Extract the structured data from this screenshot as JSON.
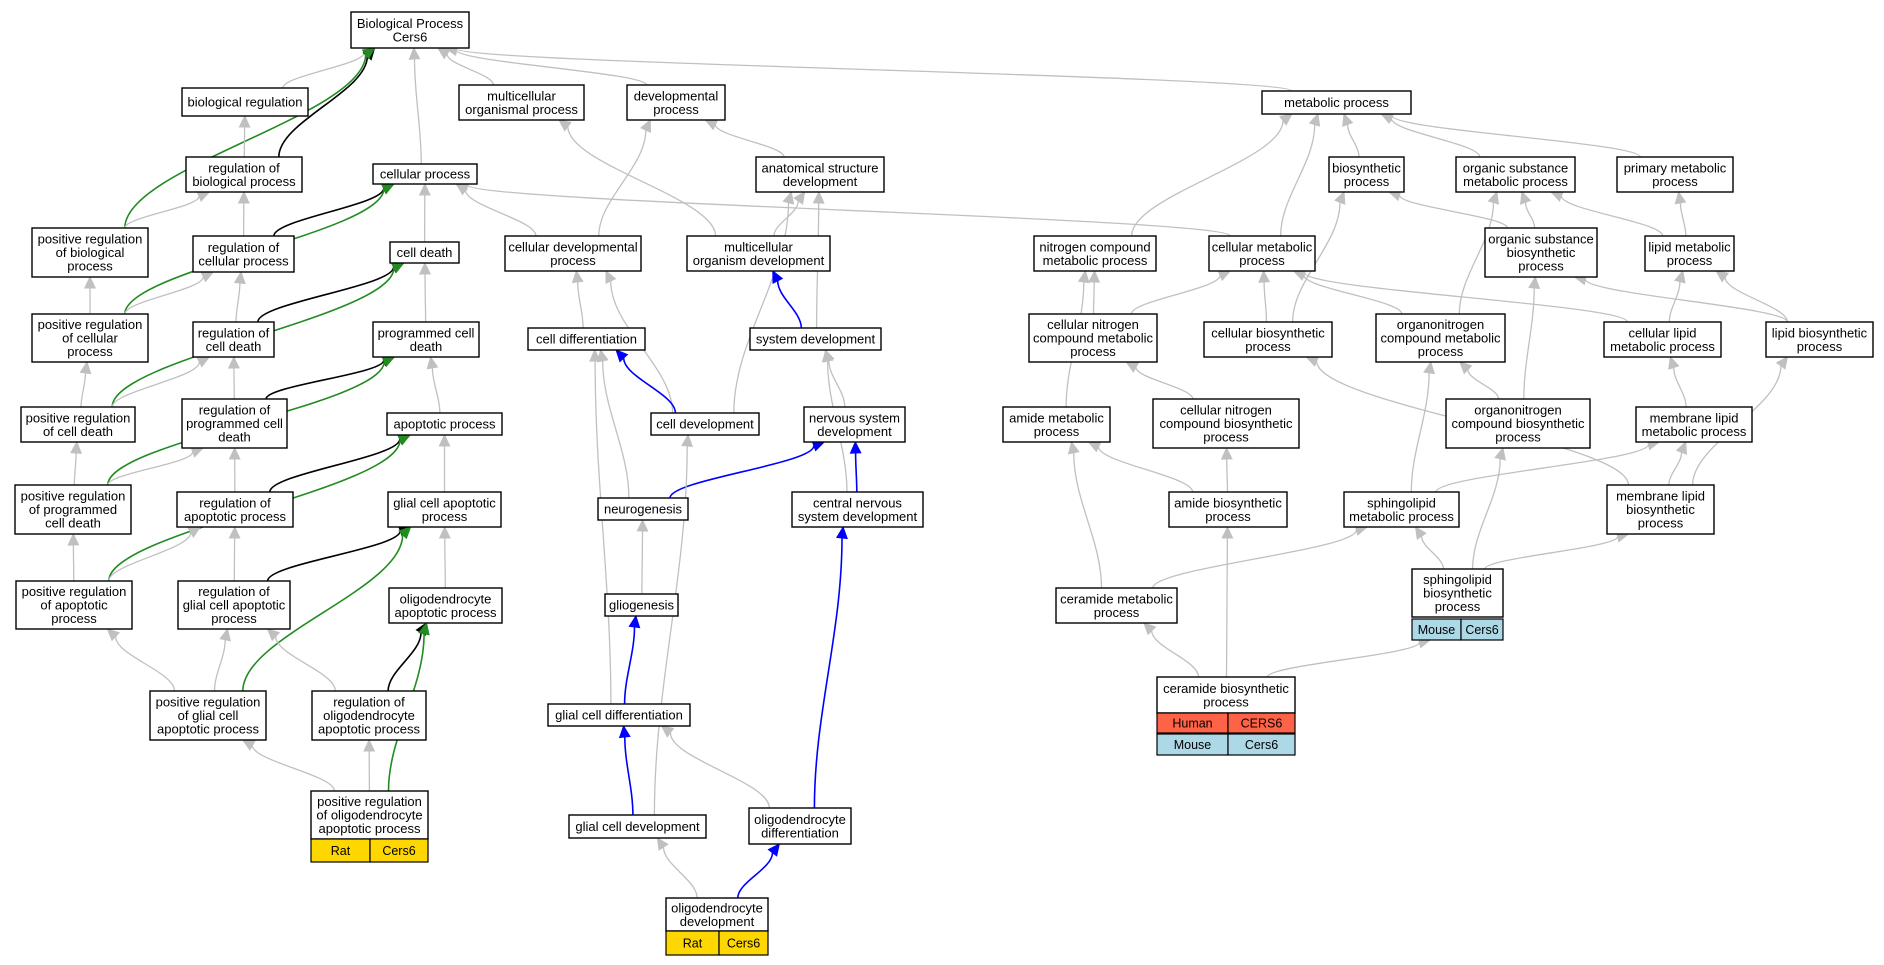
{
  "title": "Biological Process Cers6",
  "colors": {
    "gray_edge": "#c0c0c0",
    "black_edge": "#000000",
    "green_edge": "#228b22",
    "blue_edge": "#0000ff",
    "rat": "#ffd700",
    "mouse": "#add8e6",
    "human": "#ff6347"
  },
  "nodes": [
    {
      "id": "bp",
      "lines": [
        "Biological Process",
        "Cers6"
      ]
    },
    {
      "id": "bioreg",
      "lines": [
        "biological regulation"
      ]
    },
    {
      "id": "multorg",
      "lines": [
        "multicellular",
        "organismal process"
      ]
    },
    {
      "id": "devproc",
      "lines": [
        "developmental",
        "process"
      ]
    },
    {
      "id": "metab",
      "lines": [
        "metabolic process"
      ]
    },
    {
      "id": "regbio",
      "lines": [
        "regulation of",
        "biological process"
      ]
    },
    {
      "id": "cellproc",
      "lines": [
        "cellular process"
      ]
    },
    {
      "id": "anat",
      "lines": [
        "anatomical structure",
        "development"
      ]
    },
    {
      "id": "biosyn",
      "lines": [
        "biosynthetic",
        "process"
      ]
    },
    {
      "id": "orgsub",
      "lines": [
        "organic substance",
        "metabolic process"
      ]
    },
    {
      "id": "primmet",
      "lines": [
        "primary metabolic",
        "process"
      ]
    },
    {
      "id": "posregbio",
      "lines": [
        "positive regulation",
        "of biological",
        "process"
      ]
    },
    {
      "id": "regcell",
      "lines": [
        "regulation of",
        "cellular process"
      ]
    },
    {
      "id": "celldeath",
      "lines": [
        "cell death"
      ]
    },
    {
      "id": "celldevproc",
      "lines": [
        "cellular developmental",
        "process"
      ]
    },
    {
      "id": "multorgdev",
      "lines": [
        "multicellular",
        "organism development"
      ]
    },
    {
      "id": "nitmet",
      "lines": [
        "nitrogen compound",
        "metabolic process"
      ]
    },
    {
      "id": "cellmet",
      "lines": [
        "cellular metabolic",
        "process"
      ]
    },
    {
      "id": "orgsubbio",
      "lines": [
        "organic substance",
        "biosynthetic",
        "process"
      ]
    },
    {
      "id": "lipmet",
      "lines": [
        "lipid metabolic",
        "process"
      ]
    },
    {
      "id": "posregcell",
      "lines": [
        "positive regulation",
        "of cellular",
        "process"
      ]
    },
    {
      "id": "regcd",
      "lines": [
        "regulation of",
        "cell death"
      ]
    },
    {
      "id": "pcd",
      "lines": [
        "programmed cell",
        "death"
      ]
    },
    {
      "id": "celldiff",
      "lines": [
        "cell differentiation"
      ]
    },
    {
      "id": "sysdev",
      "lines": [
        "system development"
      ]
    },
    {
      "id": "cellnitmet",
      "lines": [
        "cellular nitrogen",
        "compound metabolic",
        "process"
      ]
    },
    {
      "id": "cellbiosyn",
      "lines": [
        "cellular biosynthetic",
        "process"
      ]
    },
    {
      "id": "orgnitmet",
      "lines": [
        "organonitrogen",
        "compound metabolic",
        "process"
      ]
    },
    {
      "id": "celllipmet",
      "lines": [
        "cellular lipid",
        "metabolic process"
      ]
    },
    {
      "id": "lipbiosyn",
      "lines": [
        "lipid biosynthetic",
        "process"
      ]
    },
    {
      "id": "posregcd",
      "lines": [
        "positive regulation",
        "of cell death"
      ]
    },
    {
      "id": "regpcd",
      "lines": [
        "regulation of",
        "programmed cell",
        "death"
      ]
    },
    {
      "id": "apop",
      "lines": [
        "apoptotic process"
      ]
    },
    {
      "id": "celldev",
      "lines": [
        "cell development"
      ]
    },
    {
      "id": "nsdev",
      "lines": [
        "nervous system",
        "development"
      ]
    },
    {
      "id": "amidemet",
      "lines": [
        "amide metabolic",
        "process"
      ]
    },
    {
      "id": "cellnitbio",
      "lines": [
        "cellular nitrogen",
        "compound biosynthetic",
        "process"
      ]
    },
    {
      "id": "orgnitbio",
      "lines": [
        "organonitrogen",
        "compound biosynthetic",
        "process"
      ]
    },
    {
      "id": "memlipmet",
      "lines": [
        "membrane lipid",
        "metabolic process"
      ]
    },
    {
      "id": "posregpcd",
      "lines": [
        "positive regulation",
        "of programmed",
        "cell death"
      ]
    },
    {
      "id": "regapop",
      "lines": [
        "regulation of",
        "apoptotic process"
      ]
    },
    {
      "id": "glialapop",
      "lines": [
        "glial cell apoptotic",
        "process"
      ]
    },
    {
      "id": "neurogen",
      "lines": [
        "neurogenesis"
      ]
    },
    {
      "id": "cnsdev",
      "lines": [
        "central nervous",
        "system development"
      ]
    },
    {
      "id": "amidebio",
      "lines": [
        "amide biosynthetic",
        "process"
      ]
    },
    {
      "id": "sphmet",
      "lines": [
        "sphingolipid",
        "metabolic process"
      ]
    },
    {
      "id": "memlipbio",
      "lines": [
        "membrane lipid",
        "biosynthetic",
        "process"
      ]
    },
    {
      "id": "posregapop",
      "lines": [
        "positive regulation",
        "of apoptotic",
        "process"
      ]
    },
    {
      "id": "regglialapop",
      "lines": [
        "regulation of",
        "glial cell apoptotic",
        "process"
      ]
    },
    {
      "id": "oligoapop",
      "lines": [
        "oligodendrocyte",
        "apoptotic process"
      ]
    },
    {
      "id": "gliogen",
      "lines": [
        "gliogenesis"
      ]
    },
    {
      "id": "ceramet",
      "lines": [
        "ceramide metabolic",
        "process"
      ]
    },
    {
      "id": "sphbio",
      "lines": [
        "sphingolipid",
        "biosynthetic",
        "process"
      ]
    },
    {
      "id": "posregglial",
      "lines": [
        "positive regulation",
        "of glial cell",
        "apoptotic process"
      ]
    },
    {
      "id": "regoligoapop",
      "lines": [
        "regulation of",
        "oligodendrocyte",
        "apoptotic process"
      ]
    },
    {
      "id": "glialdiff",
      "lines": [
        "glial cell differentiation"
      ]
    },
    {
      "id": "cerabio",
      "lines": [
        "ceramide biosynthetic",
        "process"
      ]
    },
    {
      "id": "posregoligo",
      "lines": [
        "positive regulation",
        "of oligodendrocyte",
        "apoptotic process"
      ]
    },
    {
      "id": "glialdev",
      "lines": [
        "glial cell development"
      ]
    },
    {
      "id": "oligodiff",
      "lines": [
        "oligodendrocyte",
        "differentiation"
      ]
    },
    {
      "id": "oligodev",
      "lines": [
        "oligodendrocyte",
        "development"
      ]
    }
  ],
  "annotations": [
    {
      "node": "posregoligo",
      "rows": [
        [
          {
            "text": "Rat",
            "color": "rat"
          },
          {
            "text": "Cers6",
            "color": "rat"
          }
        ]
      ]
    },
    {
      "node": "oligodev",
      "rows": [
        [
          {
            "text": "Rat",
            "color": "rat"
          },
          {
            "text": "Cers6",
            "color": "rat"
          }
        ]
      ]
    },
    {
      "node": "sphbio",
      "rows": [
        [
          {
            "text": "Mouse",
            "color": "mouse"
          },
          {
            "text": "Cers6",
            "color": "mouse"
          }
        ]
      ]
    },
    {
      "node": "cerabio",
      "rows": [
        [
          {
            "text": "Human",
            "color": "human"
          },
          {
            "text": "CERS6",
            "color": "human"
          }
        ],
        [
          {
            "text": "Mouse",
            "color": "mouse"
          },
          {
            "text": "Cers6",
            "color": "mouse"
          }
        ]
      ]
    }
  ],
  "edges": [
    {
      "from": "bioreg",
      "to": "bp",
      "type": "gray"
    },
    {
      "from": "multorg",
      "to": "bp",
      "type": "gray"
    },
    {
      "from": "devproc",
      "to": "bp",
      "type": "gray"
    },
    {
      "from": "metab",
      "to": "bp",
      "type": "gray"
    },
    {
      "from": "cellproc",
      "to": "bp",
      "type": "gray"
    },
    {
      "from": "regbio",
      "to": "bp",
      "type": "black"
    },
    {
      "from": "posregbio",
      "to": "bp",
      "type": "green"
    },
    {
      "from": "regbio",
      "to": "bioreg",
      "type": "gray"
    },
    {
      "from": "posregbio",
      "to": "regbio",
      "type": "gray"
    },
    {
      "from": "regcell",
      "to": "regbio",
      "type": "gray"
    },
    {
      "from": "regcell",
      "to": "cellproc",
      "type": "black"
    },
    {
      "from": "posregcell",
      "to": "cellproc",
      "type": "green"
    },
    {
      "from": "celldevproc",
      "to": "cellproc",
      "type": "gray"
    },
    {
      "from": "cellmet",
      "to": "cellproc",
      "type": "gray"
    },
    {
      "from": "celldeath",
      "to": "cellproc",
      "type": "gray"
    },
    {
      "from": "posregcell",
      "to": "posregbio",
      "type": "gray"
    },
    {
      "from": "posregcell",
      "to": "regcell",
      "type": "gray"
    },
    {
      "from": "regcd",
      "to": "regcell",
      "type": "gray"
    },
    {
      "from": "regcd",
      "to": "celldeath",
      "type": "black"
    },
    {
      "from": "posregcd",
      "to": "celldeath",
      "type": "green"
    },
    {
      "from": "pcd",
      "to": "celldeath",
      "type": "gray"
    },
    {
      "from": "posregcd",
      "to": "posregcell",
      "type": "gray"
    },
    {
      "from": "posregcd",
      "to": "regcd",
      "type": "gray"
    },
    {
      "from": "regpcd",
      "to": "regcd",
      "type": "gray"
    },
    {
      "from": "regpcd",
      "to": "pcd",
      "type": "black"
    },
    {
      "from": "posregpcd",
      "to": "pcd",
      "type": "green"
    },
    {
      "from": "apop",
      "to": "pcd",
      "type": "gray"
    },
    {
      "from": "posregpcd",
      "to": "posregcd",
      "type": "gray"
    },
    {
      "from": "posregpcd",
      "to": "regpcd",
      "type": "gray"
    },
    {
      "from": "regapop",
      "to": "regpcd",
      "type": "gray"
    },
    {
      "from": "regapop",
      "to": "apop",
      "type": "black"
    },
    {
      "from": "posregapop",
      "to": "apop",
      "type": "green"
    },
    {
      "from": "glialapop",
      "to": "apop",
      "type": "gray"
    },
    {
      "from": "posregapop",
      "to": "posregpcd",
      "type": "gray"
    },
    {
      "from": "posregapop",
      "to": "regapop",
      "type": "gray"
    },
    {
      "from": "regglialapop",
      "to": "regapop",
      "type": "gray"
    },
    {
      "from": "regglialapop",
      "to": "glialapop",
      "type": "black"
    },
    {
      "from": "posregglial",
      "to": "glialapop",
      "type": "green"
    },
    {
      "from": "oligoapop",
      "to": "glialapop",
      "type": "gray"
    },
    {
      "from": "posregglial",
      "to": "posregapop",
      "type": "gray"
    },
    {
      "from": "posregglial",
      "to": "regglialapop",
      "type": "gray"
    },
    {
      "from": "regoligoapop",
      "to": "regglialapop",
      "type": "gray"
    },
    {
      "from": "regoligoapop",
      "to": "oligoapop",
      "type": "black"
    },
    {
      "from": "posregoligo",
      "to": "oligoapop",
      "type": "green"
    },
    {
      "from": "posregoligo",
      "to": "posregglial",
      "type": "gray"
    },
    {
      "from": "posregoligo",
      "to": "regoligoapop",
      "type": "gray"
    },
    {
      "from": "celldevproc",
      "to": "devproc",
      "type": "gray"
    },
    {
      "from": "anat",
      "to": "devproc",
      "type": "gray"
    },
    {
      "from": "multorgdev",
      "to": "multorg",
      "type": "gray"
    },
    {
      "from": "multorgdev",
      "to": "anat",
      "type": "gray"
    },
    {
      "from": "sysdev",
      "to": "anat",
      "type": "gray"
    },
    {
      "from": "celldev",
      "to": "anat",
      "type": "gray"
    },
    {
      "from": "sysdev",
      "to": "multorgdev",
      "type": "blue"
    },
    {
      "from": "celldiff",
      "to": "celldevproc",
      "type": "gray"
    },
    {
      "from": "celldev",
      "to": "celldevproc",
      "type": "gray"
    },
    {
      "from": "celldev",
      "to": "celldiff",
      "type": "blue"
    },
    {
      "from": "neurogen",
      "to": "celldiff",
      "type": "gray"
    },
    {
      "from": "glialdiff",
      "to": "celldiff",
      "type": "gray"
    },
    {
      "from": "nsdev",
      "to": "sysdev",
      "type": "gray"
    },
    {
      "from": "cnsdev",
      "to": "sysdev",
      "type": "gray"
    },
    {
      "from": "neurogen",
      "to": "nsdev",
      "type": "blue"
    },
    {
      "from": "cnsdev",
      "to": "nsdev",
      "type": "blue"
    },
    {
      "from": "gliogen",
      "to": "neurogen",
      "type": "gray"
    },
    {
      "from": "glialdiff",
      "to": "gliogen",
      "type": "blue"
    },
    {
      "from": "glialdev",
      "to": "glialdiff",
      "type": "blue"
    },
    {
      "from": "oligodiff",
      "to": "glialdiff",
      "type": "gray"
    },
    {
      "from": "glialdev",
      "to": "celldev",
      "type": "gray"
    },
    {
      "from": "oligodev",
      "to": "glialdev",
      "type": "gray"
    },
    {
      "from": "oligodev",
      "to": "oligodiff",
      "type": "blue"
    },
    {
      "from": "oligodiff",
      "to": "cnsdev",
      "type": "blue"
    },
    {
      "from": "nitmet",
      "to": "metab",
      "type": "gray"
    },
    {
      "from": "cellmet",
      "to": "metab",
      "type": "gray"
    },
    {
      "from": "biosyn",
      "to": "metab",
      "type": "gray"
    },
    {
      "from": "orgsub",
      "to": "metab",
      "type": "gray"
    },
    {
      "from": "primmet",
      "to": "metab",
      "type": "gray"
    },
    {
      "from": "cellnitmet",
      "to": "nitmet",
      "type": "gray"
    },
    {
      "from": "amidemet",
      "to": "nitmet",
      "type": "gray"
    },
    {
      "from": "cellnitmet",
      "to": "cellmet",
      "type": "gray"
    },
    {
      "from": "cellbiosyn",
      "to": "cellmet",
      "type": "gray"
    },
    {
      "from": "celllipmet",
      "to": "cellmet",
      "type": "gray"
    },
    {
      "from": "orgnitmet",
      "to": "cellmet",
      "type": "gray"
    },
    {
      "from": "cellbiosyn",
      "to": "biosyn",
      "type": "gray"
    },
    {
      "from": "orgsubbio",
      "to": "biosyn",
      "type": "gray"
    },
    {
      "from": "orgsubbio",
      "to": "orgsub",
      "type": "gray"
    },
    {
      "from": "orgnitmet",
      "to": "orgsub",
      "type": "gray"
    },
    {
      "from": "lipmet",
      "to": "orgsub",
      "type": "gray"
    },
    {
      "from": "lipmet",
      "to": "primmet",
      "type": "gray"
    },
    {
      "from": "celllipmet",
      "to": "lipmet",
      "type": "gray"
    },
    {
      "from": "lipbiosyn",
      "to": "lipmet",
      "type": "gray"
    },
    {
      "from": "lipbiosyn",
      "to": "orgsubbio",
      "type": "gray"
    },
    {
      "from": "cellnitbio",
      "to": "cellnitmet",
      "type": "gray"
    },
    {
      "from": "memlipbio",
      "to": "cellbiosyn",
      "type": "gray"
    },
    {
      "from": "orgnitbio",
      "to": "orgnitmet",
      "type": "gray"
    },
    {
      "from": "orgnitbio",
      "to": "orgsubbio",
      "type": "gray"
    },
    {
      "from": "sphmet",
      "to": "orgnitmet",
      "type": "gray"
    },
    {
      "from": "memlipmet",
      "to": "celllipmet",
      "type": "gray"
    },
    {
      "from": "memlipbio",
      "to": "memlipmet",
      "type": "gray"
    },
    {
      "from": "sphmet",
      "to": "memlipmet",
      "type": "gray"
    },
    {
      "from": "memlipbio",
      "to": "lipbiosyn",
      "type": "gray"
    },
    {
      "from": "amidebio",
      "to": "amidemet",
      "type": "gray"
    },
    {
      "from": "amidebio",
      "to": "cellnitbio",
      "type": "gray"
    },
    {
      "from": "ceramet",
      "to": "amidemet",
      "type": "gray"
    },
    {
      "from": "cerabio",
      "to": "amidebio",
      "type": "gray"
    },
    {
      "from": "ceramet",
      "to": "sphmet",
      "type": "gray"
    },
    {
      "from": "sphbio",
      "to": "sphmet",
      "type": "gray"
    },
    {
      "from": "sphbio",
      "to": "memlipbio",
      "type": "gray"
    },
    {
      "from": "sphbio",
      "to": "orgnitbio",
      "type": "gray"
    },
    {
      "from": "cerabio",
      "to": "ceramet",
      "type": "gray"
    },
    {
      "from": "cerabio",
      "to": "sphbio",
      "type": "gray"
    }
  ]
}
